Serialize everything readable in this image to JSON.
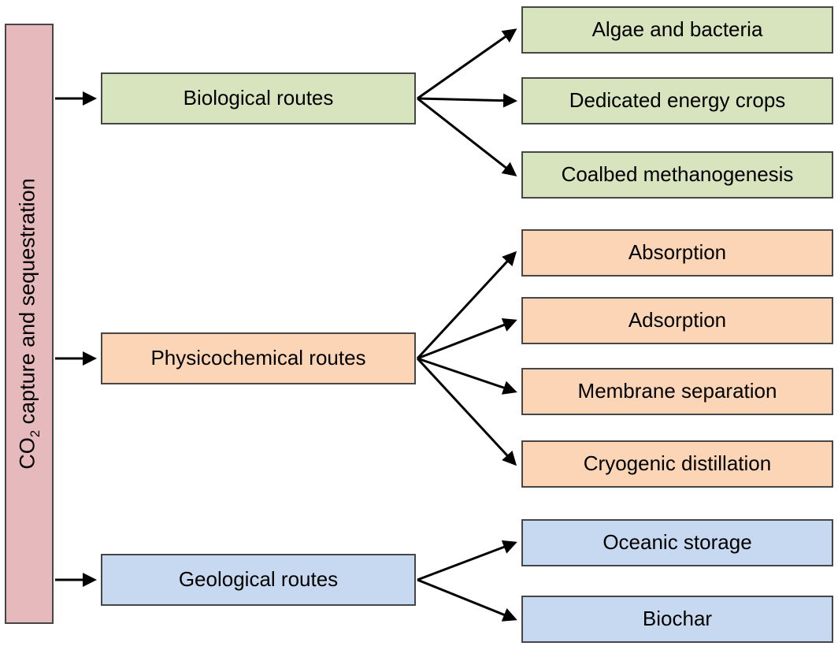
{
  "diagram": {
    "root_label": {
      "prefix": "CO",
      "subscript": "2",
      "suffix": " capture and sequestration"
    },
    "branches": [
      {
        "label": "Biological routes",
        "children": [
          "Algae and bacteria",
          "Dedicated energy crops",
          "Coalbed methanogenesis"
        ]
      },
      {
        "label": "Physicochemical routes",
        "children": [
          "Absorption",
          "Adsorption",
          "Membrane separation",
          "Cryogenic distillation"
        ]
      },
      {
        "label": "Geological routes",
        "children": [
          "Oceanic storage",
          "Biochar"
        ]
      }
    ],
    "colors": {
      "root_fill": "#e6b9bd",
      "biological_fill": "#d7e4bd",
      "physicochemical_fill": "#fbd5b5",
      "geological_fill": "#c6d9f0",
      "border": "#464646",
      "arrow": "#000000"
    }
  }
}
